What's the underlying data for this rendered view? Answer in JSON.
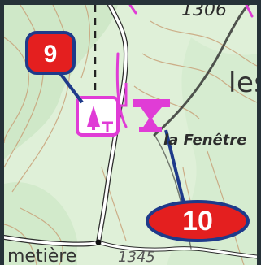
{
  "map": {
    "labels": {
      "elevation_top": "1306",
      "place_les": "les",
      "place_fenetre": "la Fenêtre",
      "place_cimetiere": "metière",
      "elevation_bottom": "1345"
    },
    "callouts": [
      {
        "number": "9"
      },
      {
        "number": "10"
      }
    ],
    "colors": {
      "terrain": "#dff0d8",
      "forest": "#cfe8c8",
      "contour": "#c9a27a",
      "road_fill": "#ffffff",
      "road_outline": "#2b2b2b",
      "poi_magenta": "#e03cd6",
      "callout_fill": "#e41f1f",
      "callout_stroke": "#1e3a8a",
      "frame": "#263238"
    }
  }
}
